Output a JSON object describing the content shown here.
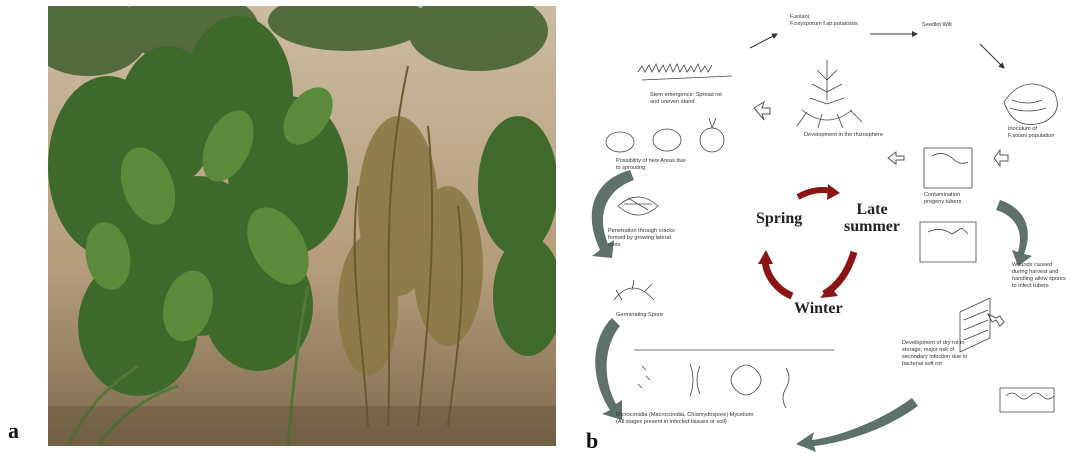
{
  "panels": {
    "a_label": "a",
    "b_label": "b"
  },
  "cycle": {
    "seasons": {
      "spring": "Spring",
      "late_summer": "Late\nsummer",
      "winter": "Winter"
    },
    "stages": [
      {
        "id": "fsolani",
        "text": "F.solani,\nF.oxysporum f.sp.potatotsis"
      },
      {
        "id": "seed-wilt",
        "text": "Seedlot Wilt"
      },
      {
        "id": "stem",
        "text": "Stem emergence: Spread rot\nand uneven stand"
      },
      {
        "id": "rhizosphere",
        "text": "Development in the rhizosphere"
      },
      {
        "id": "inoculum",
        "text": "Inoculum of\nF.solani population"
      },
      {
        "id": "new-areas",
        "text": "Possibility of new Areas due\nto sprouting"
      },
      {
        "id": "contamination",
        "text": "Contamination\nprogeny tubers"
      },
      {
        "id": "penetration",
        "text": "Penetration through cracks\nformed by growing lateral\nroots"
      },
      {
        "id": "wounds",
        "text": "Wounds caused\nduring harvest and\nhandling allow spores\nto infect tubers"
      },
      {
        "id": "germinating",
        "text": "Germinating Spore"
      },
      {
        "id": "dry-rot",
        "text": "Development of dry rot in\nstorage; major risk of\nsecondary infection due to\nbacterial soft rot"
      },
      {
        "id": "microconidia",
        "text": "Microconidia (Macroconidia, Chlamydospore) Mycelium\n(All stages present in infected tissues or soil)"
      }
    ]
  }
}
